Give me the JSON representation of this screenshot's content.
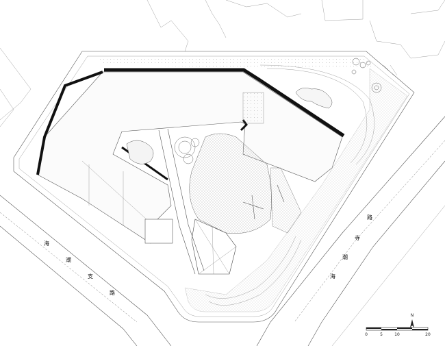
{
  "street_labels": {
    "haichaozhi_road": [
      "海",
      "潮",
      "支",
      "路"
    ],
    "haichaosi_road": [
      "路",
      "寺",
      "潮",
      "海"
    ]
  },
  "north_arrow": {
    "label": "N"
  },
  "scale_bar": {
    "ticks": [
      "0",
      "5",
      "10",
      "20"
    ]
  },
  "colors": {
    "line": "#555555",
    "wall": "#111111",
    "hatch": "#bdbdbd",
    "background": "#ffffff"
  }
}
